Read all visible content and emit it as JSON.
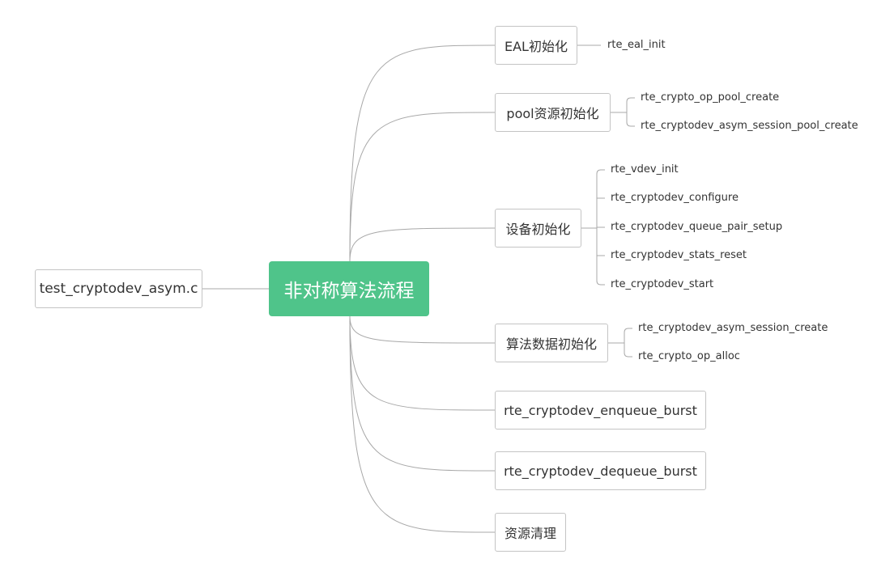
{
  "root": {
    "label": "非对称算法流程",
    "color": "#4fc48a"
  },
  "file": {
    "label": "test_cryptodev_asym.c"
  },
  "branches": [
    {
      "label": "EAL初始化",
      "children": [
        "rte_eal_init"
      ]
    },
    {
      "label": "pool资源初始化",
      "children": [
        "rte_crypto_op_pool_create",
        "rte_cryptodev_asym_session_pool_create"
      ]
    },
    {
      "label": "设备初始化",
      "children": [
        "rte_vdev_init",
        "rte_cryptodev_configure",
        "rte_cryptodev_queue_pair_setup",
        "rte_cryptodev_stats_reset",
        "rte_cryptodev_start"
      ]
    },
    {
      "label": "算法数据初始化",
      "children": [
        "rte_cryptodev_asym_session_create",
        "rte_crypto_op_alloc"
      ]
    },
    {
      "label": "rte_cryptodev_enqueue_burst",
      "children": []
    },
    {
      "label": "rte_cryptodev_dequeue_burst",
      "children": []
    },
    {
      "label": "资源清理",
      "children": []
    }
  ],
  "colors": {
    "line": "#a8a8a8",
    "border": "#c4c4c4",
    "text": "#333333"
  }
}
